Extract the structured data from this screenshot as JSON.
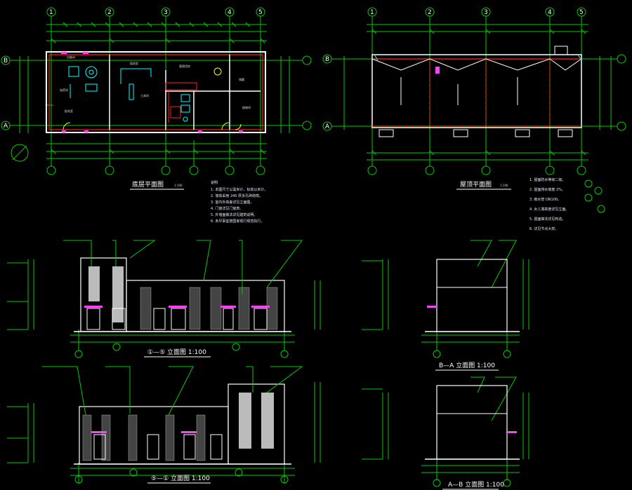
{
  "drawings": {
    "ground_plan": {
      "title": "底层平面图",
      "scale": "1:100"
    },
    "roof_plan": {
      "title": "屋顶平面图",
      "scale": "1:100"
    },
    "elev_front": {
      "title": "①—⑤ 立面图 1:100"
    },
    "elev_back": {
      "title": "⑤—① 立面图 1:100"
    },
    "elev_side1": {
      "title": "B—A 立面图 1:100"
    },
    "elev_side2": {
      "title": "A—B 立面图 1:100"
    }
  },
  "axis_numbers": [
    "1",
    "2",
    "3",
    "4",
    "5"
  ],
  "axis_letters": [
    "A",
    "B"
  ],
  "colors": {
    "grid": "#00cc00",
    "wall": "#ffffff",
    "red": "#ff2020",
    "cyan": "#00ffff",
    "magenta": "#ff40ff",
    "yellow": "#ffff00"
  }
}
